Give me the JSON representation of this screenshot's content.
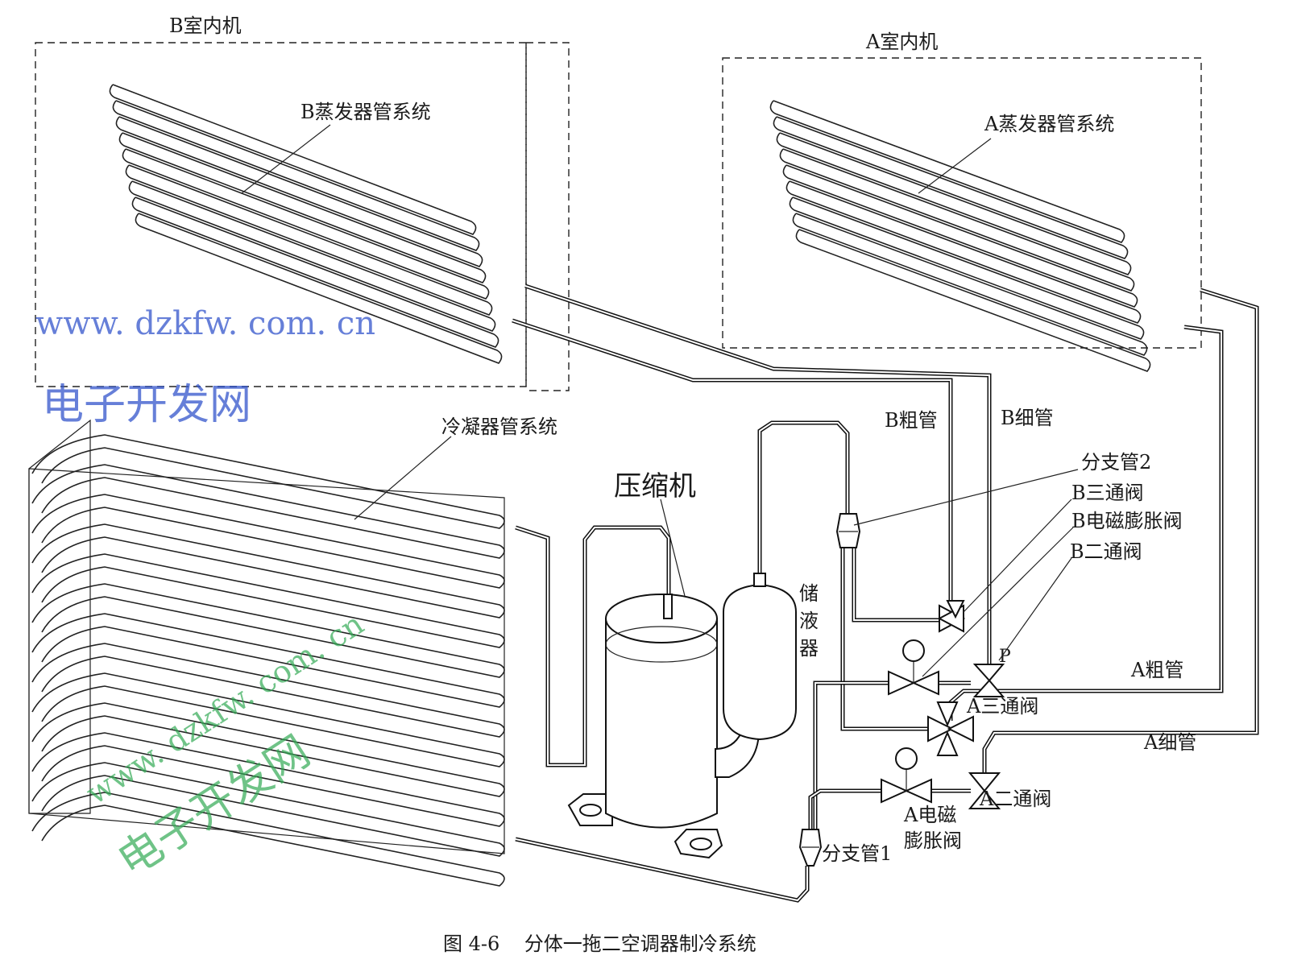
{
  "labels": {
    "indoor_b": "B室内机",
    "indoor_a": "A室内机",
    "evap_b": "B蒸发器管系统",
    "evap_a": "A蒸发器管系统",
    "condenser": "冷凝器管系统",
    "compressor": "压缩机",
    "receiver": "储\n液\n器",
    "b_thick_pipe": "B粗管",
    "b_thin_pipe": "B细管",
    "branch_2": "分支管2",
    "b_three_way": "B三通阀",
    "b_solenoid_exp": "B电磁膨胀阀",
    "b_two_way": "B二通阀",
    "p_mark": "P",
    "a_thick_pipe": "A粗管",
    "a_three_way": "A三通阀",
    "a_thin_pipe": "A细管",
    "a_two_way": "A二通阀",
    "a_solenoid_exp": "A电磁\n膨胀阀",
    "branch_1": "分支管1",
    "caption": "图 4-6    分体一拖二空调器制冷系统"
  },
  "watermarks": {
    "url": "www. dzkfw. com. cn",
    "site": "电子开发网"
  },
  "colors": {
    "line": "#111111",
    "watermark_blue": "#3355cc",
    "watermark_green": "#33aa55"
  }
}
